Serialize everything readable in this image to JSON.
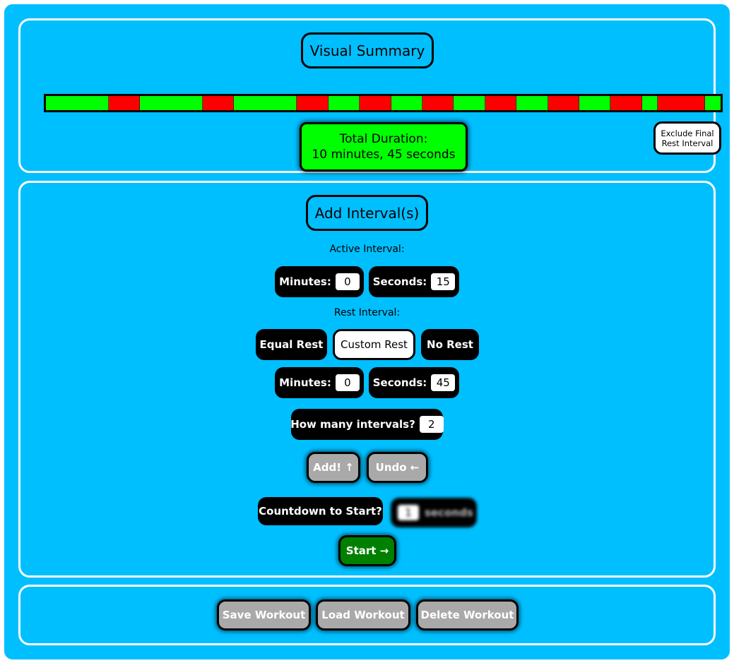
{
  "summary": {
    "heading": "Visual Summary",
    "bar_segments": [
      {
        "type": "active",
        "seconds": 15,
        "color": "#00ff00"
      },
      {
        "type": "rest",
        "seconds": 7.5,
        "color": "#ff0000"
      },
      {
        "type": "active",
        "seconds": 15,
        "color": "#00ff00"
      },
      {
        "type": "rest",
        "seconds": 7.5,
        "color": "#ff0000"
      },
      {
        "type": "active",
        "seconds": 15,
        "color": "#00ff00"
      },
      {
        "type": "rest",
        "seconds": 7.5,
        "color": "#ff0000"
      },
      {
        "type": "active",
        "seconds": 7.5,
        "color": "#00ff00"
      },
      {
        "type": "rest",
        "seconds": 7.5,
        "color": "#ff0000"
      },
      {
        "type": "active",
        "seconds": 7.5,
        "color": "#00ff00"
      },
      {
        "type": "rest",
        "seconds": 7.5,
        "color": "#ff0000"
      },
      {
        "type": "active",
        "seconds": 7.5,
        "color": "#00ff00"
      },
      {
        "type": "rest",
        "seconds": 7.5,
        "color": "#ff0000"
      },
      {
        "type": "active",
        "seconds": 7.5,
        "color": "#00ff00"
      },
      {
        "type": "rest",
        "seconds": 7.5,
        "color": "#ff0000"
      },
      {
        "type": "active",
        "seconds": 7.5,
        "color": "#00ff00"
      },
      {
        "type": "rest",
        "seconds": 7.5,
        "color": "#ff0000"
      },
      {
        "type": "active",
        "seconds": 3.75,
        "color": "#00ff00"
      },
      {
        "type": "rest",
        "seconds": 11.25,
        "color": "#ff0000"
      },
      {
        "type": "active",
        "seconds": 3.75,
        "color": "#00ff00"
      }
    ],
    "total_label": "Total Duration:",
    "total_value": "10 minutes, 45 seconds",
    "exclude_line1": "Exclude Final",
    "exclude_line2": "Rest Interval"
  },
  "add": {
    "heading": "Add Interval(s)",
    "active_label": "Active Interval:",
    "active_minutes_label": "Minutes:",
    "active_minutes_value": "0",
    "active_seconds_label": "Seconds:",
    "active_seconds_value": "15",
    "rest_label": "Rest Interval:",
    "rest_options": [
      "Equal Rest",
      "Custom Rest",
      "No Rest"
    ],
    "rest_selected": "Custom Rest",
    "rest_minutes_label": "Minutes:",
    "rest_minutes_value": "0",
    "rest_seconds_label": "Seconds:",
    "rest_seconds_value": "45",
    "count_label": "How many intervals?",
    "count_value": "2",
    "add_button": "Add! ↑",
    "undo_button": "Undo ←",
    "countdown_label": "Countdown to Start?",
    "countdown_value": "1",
    "countdown_unit": "seconds",
    "start_button": "Start →"
  },
  "workouts": {
    "save": "Save Workout",
    "load": "Load Workout",
    "delete": "Delete Workout"
  },
  "colors": {
    "background": "#00bfff",
    "active": "#00ff00",
    "rest": "#ff0000",
    "start": "#008000",
    "disabled": "#a9a9a9"
  }
}
